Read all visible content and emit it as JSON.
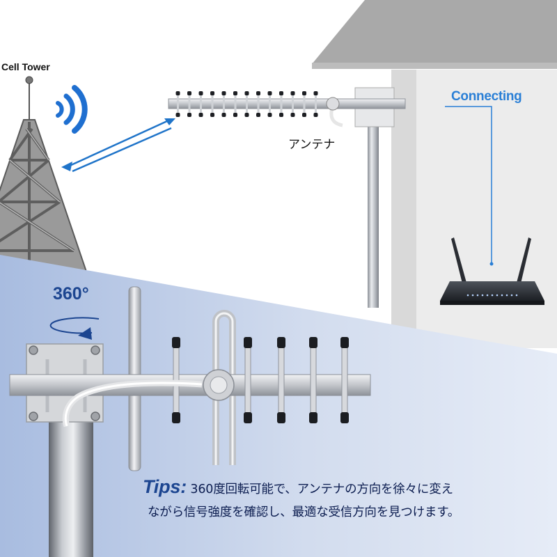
{
  "labels": {
    "cell_tower": "Cell Tower",
    "connecting": "Connecting",
    "antenna": "アンテナ",
    "rotation": "360°"
  },
  "tips": {
    "keyword": "Tips",
    "separator": ":",
    "line1": "360度回転可能で、アンテナの方向を徐々に変え",
    "line2": "ながら信号強度を確認し、最適な受信方向を見つけます。"
  },
  "icons": [
    "cell-tower-icon",
    "wifi-signal-icon",
    "double-arrow-icon",
    "yagi-antenna-icon",
    "router-icon",
    "rotate-arrow-icon"
  ],
  "colors": {
    "accent_blue": "#2a7fd6",
    "navy": "#1c4590",
    "arrow_blue": "#1f74c9",
    "tips_text": "#0c1d50",
    "panel_gradient_start": "#a8bce0",
    "panel_gradient_end": "#e6ecf7",
    "roof": "#aaaaaa",
    "wall": "#e9e9e9",
    "steel": "#c8cbd0"
  }
}
